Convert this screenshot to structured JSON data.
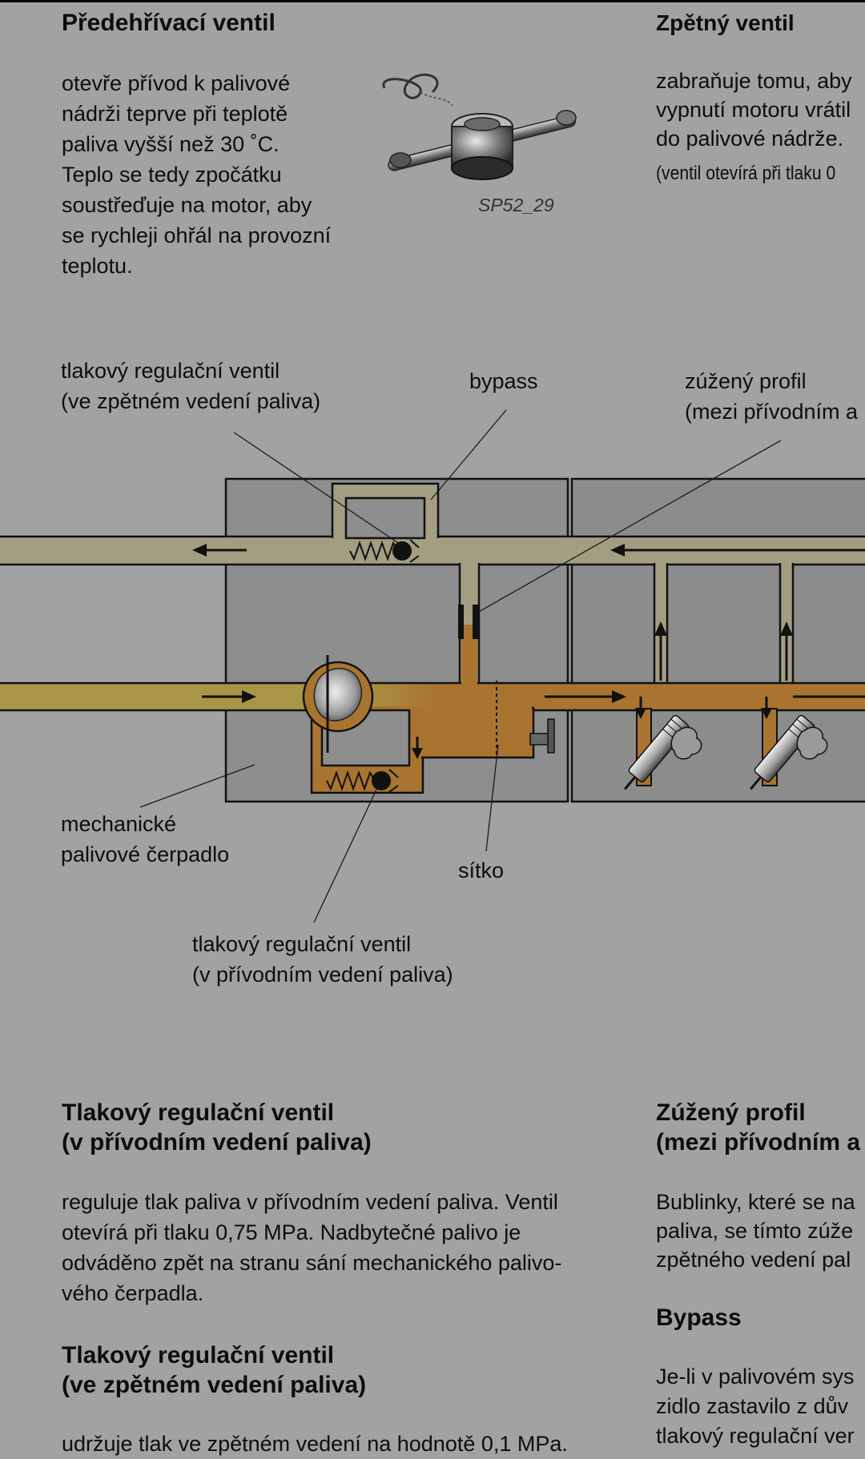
{
  "preheat": {
    "title": "Předehřívací ventil",
    "lines": [
      "otevře přívod k palivové",
      "nádrži teprve při teplotě",
      "paliva vyšší než 30 ˚C.",
      "Teplo se tedy zpočátku",
      "soustřeďuje na motor, aby",
      "se rychleji ohřál na provozní",
      "teplotu."
    ],
    "photo_caption": "SP52_29"
  },
  "check_valve": {
    "title": "Zpětný ventil",
    "lines": [
      "zabraňuje tomu, aby",
      "vypnutí motoru vrátil",
      "do palivové nádrže."
    ],
    "note": "(ventil otevírá při tlaku 0"
  },
  "labels": {
    "return_regulator": [
      "tlakový regulační ventil",
      "(ve zpětném vedení paliva)"
    ],
    "bypass": "bypass",
    "restrictor": [
      "zúžený profil",
      "(mezi přívodním a"
    ],
    "pump": [
      "mechanické",
      "palivové čerpadlo"
    ],
    "strainer": "sítko",
    "supply_regulator": [
      "tlakový regulační ventil",
      "(v přívodním vedení paliva)"
    ]
  },
  "sections": {
    "supply_regulator": {
      "title": [
        "Tlakový regulační ventil",
        "(v přívodním vedení paliva)"
      ],
      "lines": [
        "reguluje tlak paliva v přívodním vedení paliva. Ventil",
        "otevírá při tlaku 0,75 MPa. Nadbytečné palivo je",
        "odváděno zpět na stranu sání mechanického palivo-",
        "vého čerpadla."
      ]
    },
    "return_regulator": {
      "title": [
        "Tlakový regulační ventil",
        "(ve zpětném vedení paliva)"
      ],
      "lines": [
        "udržuje tlak ve zpětném vedení na hodnotě 0,1 MPa."
      ]
    },
    "restrictor": {
      "title": [
        "Zúžený profil",
        "(mezi přívodním a"
      ],
      "lines": [
        "Bublinky, které se na",
        "paliva, se tímto zúže",
        "zpětného vedení pal"
      ]
    },
    "bypass": {
      "title": "Bypass",
      "lines": [
        "Je-li v palivovém sys",
        "zidlo zastavilo z dův",
        "tlakový regulační ver"
      ]
    }
  },
  "colors": {
    "background": "#a2a2a2",
    "housing": "#8e8e8e",
    "return_fuel": "#a39d82",
    "supply_fuel_left": "#a99545",
    "pressurized_fuel": "#a8742f",
    "outline": "#111111"
  }
}
